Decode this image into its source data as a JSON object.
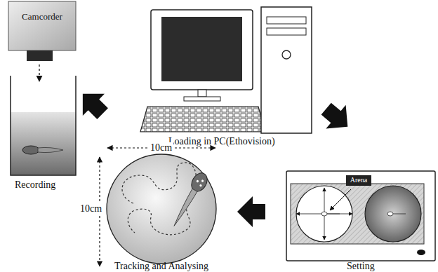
{
  "diagram": {
    "nodes": [
      {
        "text": [
          "Camcorder"
        ]
      },
      {
        "text": [
          "Arena"
        ]
      }
    ],
    "labels": [
      "Recording",
      "Loading in PC(Ethovision)",
      "Setting",
      "10cm",
      "10cm",
      "Tracking and Analysing"
    ]
  }
}
